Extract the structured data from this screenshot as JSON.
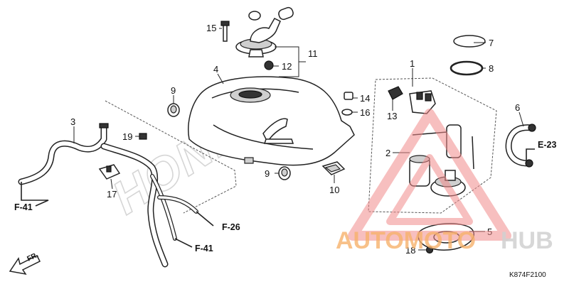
{
  "diagram": {
    "brand_watermark": "HONDA",
    "drawing_code": "K874F2100",
    "direction_label": "FR.",
    "callouts": {
      "c1": "1",
      "c2": "2",
      "c3": "3",
      "c4": "4",
      "c5": "5",
      "c6": "6",
      "c7": "7",
      "c8": "8",
      "c9a": "9",
      "c9b": "9",
      "c10": "10",
      "c11": "11",
      "c12": "12",
      "c13": "13",
      "c14": "14",
      "c15": "15",
      "c16": "16",
      "c17": "17",
      "c18": "18",
      "c19": "19"
    },
    "references": {
      "f41a": "F-41",
      "f41b": "F-41",
      "f26": "F-26",
      "e23": "E-23"
    }
  },
  "watermark": {
    "part1": "AUTOMOTO",
    "part2": "HUB"
  }
}
